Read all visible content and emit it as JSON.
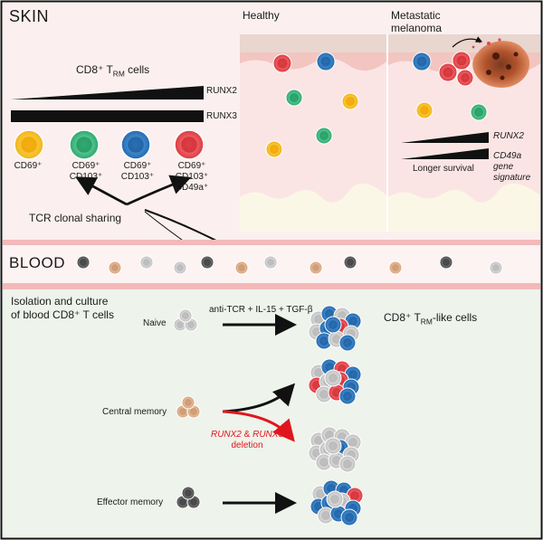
{
  "skin": {
    "title": "SKIN",
    "healthy_label": "Healthy",
    "metastatic_label": "Metastatic\nmelanoma",
    "trm_title": "CD8⁺ T",
    "trm_title_sub": "RM",
    "trm_title_end": " cells",
    "gradient_runx2": "RUNX2",
    "gradient_runx3": "RUNX3",
    "cell_labels": [
      "CD69⁺",
      "CD69⁺\nCD103⁺",
      "CD69⁺\nCD103⁺",
      "CD69⁺\nCD103⁺\nCD49a⁺"
    ],
    "tcr_label": "TCR clonal sharing",
    "runx2_italic": "RUNX2",
    "cd49a_italic": "CD49a\ngene\nsignature",
    "longer_survival": "Longer survival"
  },
  "blood": {
    "title": "BLOOD",
    "isolation_label": "Isolation and culture\nof blood CD8⁺ T cells",
    "naive_label": "Naive",
    "central_memory_label": "Central memory",
    "effector_memory_label": "Effector memory",
    "condition_label": "anti-TCR + IL-15 + TGF-β",
    "result_label_a": "CD8⁺ T",
    "result_label_sub": "RM",
    "result_label_b": "-like cells",
    "deletion_label_a": "RUNX2",
    "deletion_label_amp": " & ",
    "deletion_label_b": "RUNX3",
    "deletion_label_c": "deletion"
  },
  "colors": {
    "cd69": "#f2b51d",
    "cd103": "#38b27a",
    "trm_blue": "#2f73b8",
    "trm_red": "#e4474d",
    "naive_gray": "#c8c8c8",
    "central_memory_tan": "#dcb08f",
    "effector_memory_dark": "#555555",
    "deletion_red": "#e0161e",
    "blood_stripe": "#f5c6c6",
    "culture_bg": "#eef3eb"
  }
}
